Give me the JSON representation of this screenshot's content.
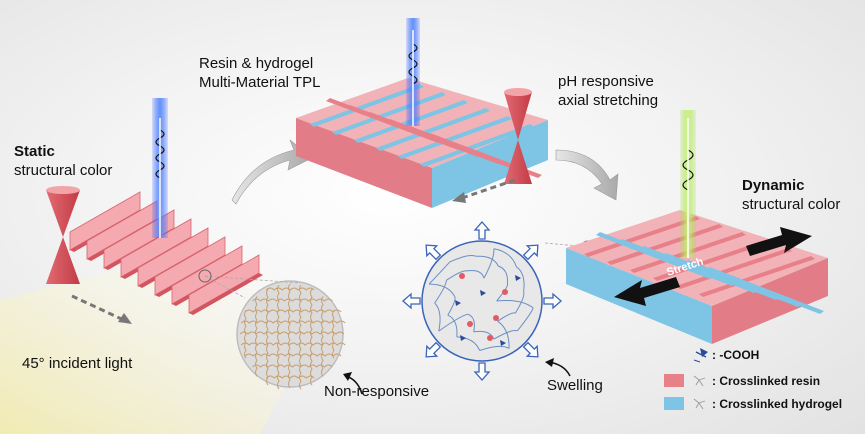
{
  "labels": {
    "static_bold": "Static",
    "static_rest": "structural color",
    "top_line1": "Resin & hydrogel",
    "top_line2": "Multi-Material TPL",
    "ph_line1": "pH responsive",
    "ph_line2": "axial stretching",
    "dynamic_bold": "Dynamic",
    "dynamic_rest": "structural color",
    "incident": "45° incident light",
    "nonresponsive": "Non-responsive",
    "swelling": "Swelling",
    "stretch": "Stretch"
  },
  "legend": [
    {
      "text": ": -COOH",
      "icon": "cooh-icon"
    },
    {
      "text": ": Crosslinked resin",
      "icon": "resin-swatch",
      "color": "#e8808a"
    },
    {
      "text": ": Crosslinked hydrogel",
      "icon": "hydrogel-swatch",
      "color": "#7ec4e4"
    }
  ],
  "colors": {
    "resin": "#e8808a",
    "hydrogel": "#7ec4e4",
    "beam_blue": "#3d7cff",
    "beam_green": "#a6e04a",
    "cone_red": "#d94a52"
  }
}
